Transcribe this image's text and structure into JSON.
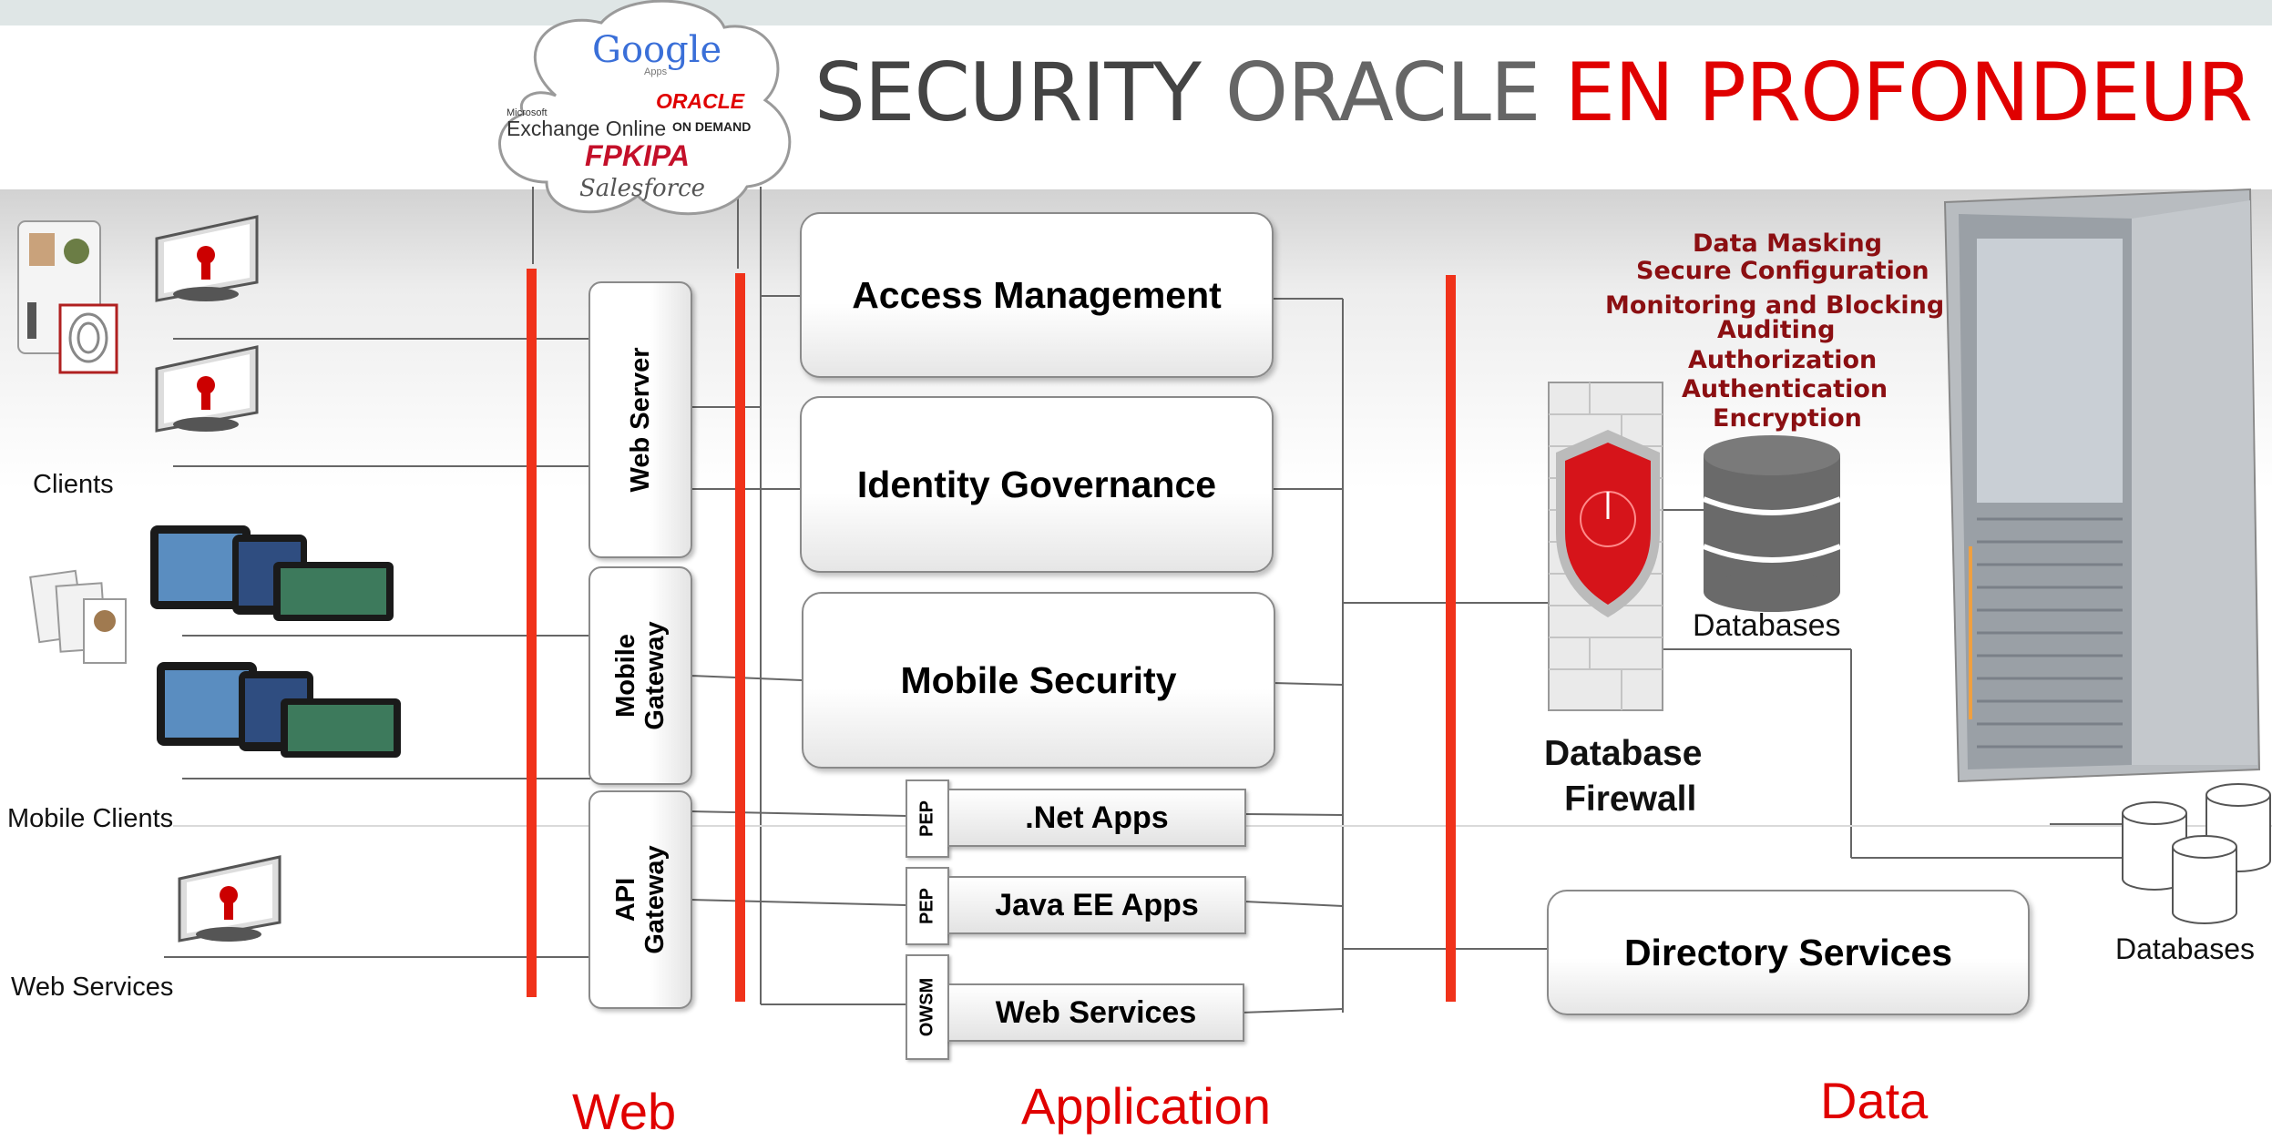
{
  "title": {
    "part1": "SECURITY",
    "part2": "ORACLE",
    "part3": "EN PROFONDEUR"
  },
  "cloud": {
    "google": "Google",
    "google_sub": "Apps",
    "microsoft": "Microsoft",
    "exchange": "Exchange Online",
    "oracle": "ORACLE",
    "on_demand": "ON DEMAND",
    "fpkipa": "FPKIPA",
    "salesforce": "Salesforce"
  },
  "client_labels": {
    "clients": "Clients",
    "mobile_clients": "Mobile Clients",
    "web_services": "Web Services"
  },
  "gateways": {
    "web_server": "Web Server",
    "mobile_gateway_1": "Mobile",
    "mobile_gateway_2": "Gateway",
    "api_gateway_1": "API",
    "api_gateway_2": "Gateway"
  },
  "application": {
    "access_management": "Access Management",
    "identity_governance": "Identity Governance",
    "mobile_security": "Mobile Security",
    "apps": [
      {
        "tag": "PEP",
        "label": ".Net Apps"
      },
      {
        "tag": "PEP",
        "label": "Java EE Apps"
      },
      {
        "tag": "OWSM",
        "label": "Web Services"
      }
    ]
  },
  "data_tier": {
    "features": [
      "Data Masking",
      "Secure Configuration",
      "Monitoring and Blocking",
      "Auditing",
      "Authorization",
      "Authentication",
      "Encryption"
    ],
    "databases": "Databases",
    "firewall_1": "Database",
    "firewall_2": "Firewall",
    "directory_services": "Directory Services",
    "databases_right": "Databases"
  },
  "layers": {
    "web": "Web",
    "application": "Application",
    "data": "Data"
  },
  "colors": {
    "accent_red": "#e00000",
    "line_red": "#f0321a",
    "feature_text": "#8b0f12",
    "db_grey": "#666666"
  }
}
